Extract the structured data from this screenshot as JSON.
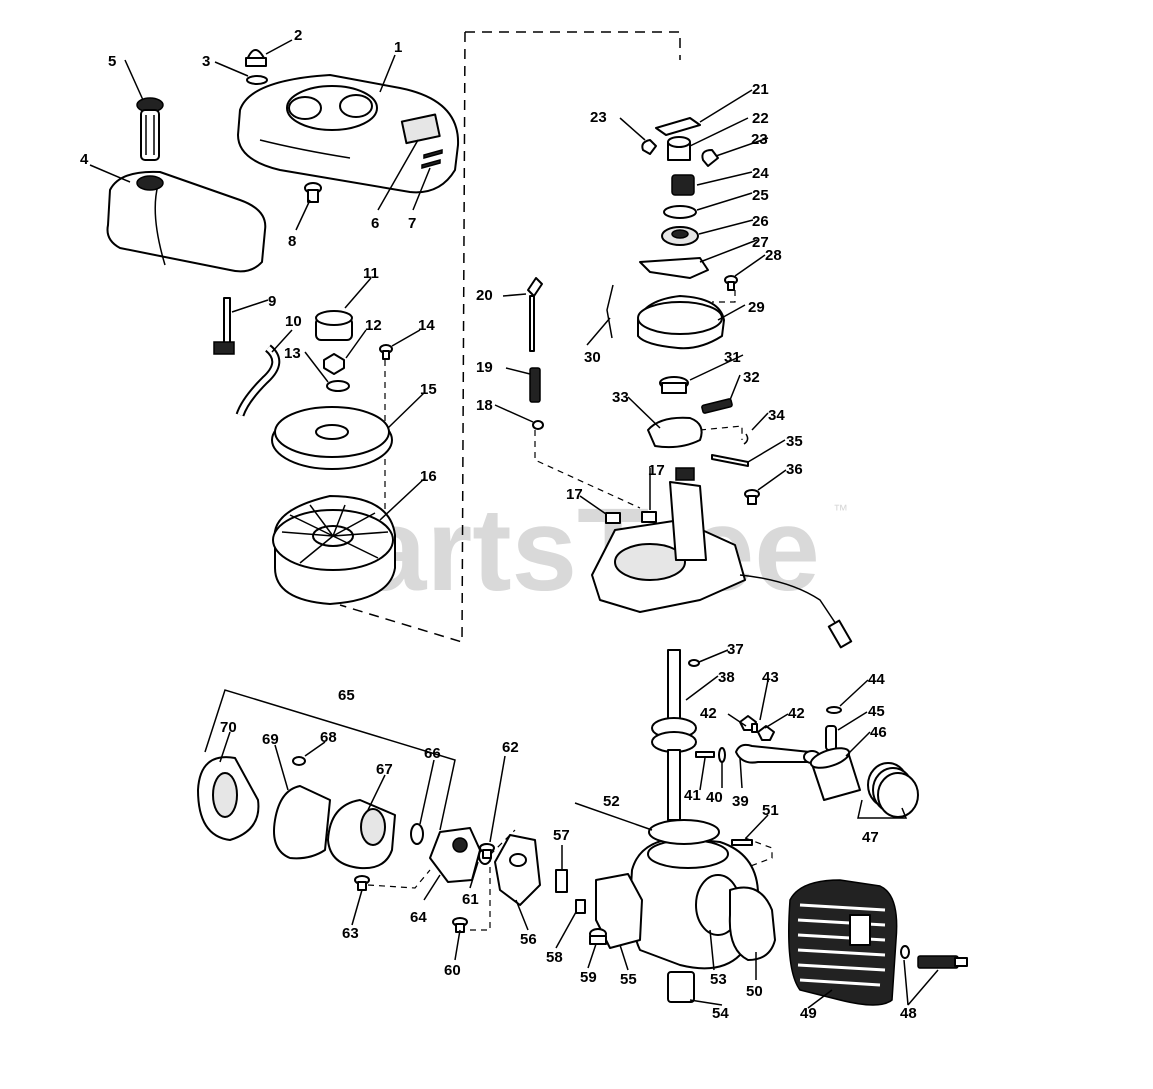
{
  "watermark": {
    "text": "PartsTree",
    "trademark": "™"
  },
  "callouts": [
    {
      "id": "1",
      "text": "1"
    },
    {
      "id": "2",
      "text": "2"
    },
    {
      "id": "3",
      "text": "3"
    },
    {
      "id": "4",
      "text": "4"
    },
    {
      "id": "5",
      "text": "5"
    },
    {
      "id": "6",
      "text": "6"
    },
    {
      "id": "7",
      "text": "7"
    },
    {
      "id": "8",
      "text": "8"
    },
    {
      "id": "9",
      "text": "9"
    },
    {
      "id": "10",
      "text": "10"
    },
    {
      "id": "11",
      "text": "11"
    },
    {
      "id": "12",
      "text": "12"
    },
    {
      "id": "13",
      "text": "13"
    },
    {
      "id": "14",
      "text": "14"
    },
    {
      "id": "15",
      "text": "15"
    },
    {
      "id": "16",
      "text": "16"
    },
    {
      "id": "17a",
      "text": "17"
    },
    {
      "id": "17b",
      "text": "17"
    },
    {
      "id": "18",
      "text": "18"
    },
    {
      "id": "19",
      "text": "19"
    },
    {
      "id": "20",
      "text": "20"
    },
    {
      "id": "21",
      "text": "21"
    },
    {
      "id": "22",
      "text": "22"
    },
    {
      "id": "23a",
      "text": "23"
    },
    {
      "id": "23b",
      "text": "23"
    },
    {
      "id": "24",
      "text": "24"
    },
    {
      "id": "25",
      "text": "25"
    },
    {
      "id": "26",
      "text": "26"
    },
    {
      "id": "27",
      "text": "27"
    },
    {
      "id": "28",
      "text": "28"
    },
    {
      "id": "29",
      "text": "29"
    },
    {
      "id": "30",
      "text": "30"
    },
    {
      "id": "31",
      "text": "31"
    },
    {
      "id": "32",
      "text": "32"
    },
    {
      "id": "33",
      "text": "33"
    },
    {
      "id": "34",
      "text": "34"
    },
    {
      "id": "35",
      "text": "35"
    },
    {
      "id": "36",
      "text": "36"
    },
    {
      "id": "37",
      "text": "37"
    },
    {
      "id": "38",
      "text": "38"
    },
    {
      "id": "39",
      "text": "39"
    },
    {
      "id": "40",
      "text": "40"
    },
    {
      "id": "41",
      "text": "41"
    },
    {
      "id": "42a",
      "text": "42"
    },
    {
      "id": "42b",
      "text": "42"
    },
    {
      "id": "43",
      "text": "43"
    },
    {
      "id": "44",
      "text": "44"
    },
    {
      "id": "45",
      "text": "45"
    },
    {
      "id": "46",
      "text": "46"
    },
    {
      "id": "47",
      "text": "47"
    },
    {
      "id": "48",
      "text": "48"
    },
    {
      "id": "49",
      "text": "49"
    },
    {
      "id": "50",
      "text": "50"
    },
    {
      "id": "51",
      "text": "51"
    },
    {
      "id": "52",
      "text": "52"
    },
    {
      "id": "53",
      "text": "53"
    },
    {
      "id": "54",
      "text": "54"
    },
    {
      "id": "55",
      "text": "55"
    },
    {
      "id": "56",
      "text": "56"
    },
    {
      "id": "57",
      "text": "57"
    },
    {
      "id": "58",
      "text": "58"
    },
    {
      "id": "59",
      "text": "59"
    },
    {
      "id": "60",
      "text": "60"
    },
    {
      "id": "61",
      "text": "61"
    },
    {
      "id": "62",
      "text": "62"
    },
    {
      "id": "63",
      "text": "63"
    },
    {
      "id": "64",
      "text": "64"
    },
    {
      "id": "65",
      "text": "65"
    },
    {
      "id": "66",
      "text": "66"
    },
    {
      "id": "67",
      "text": "67"
    },
    {
      "id": "68",
      "text": "68"
    },
    {
      "id": "69",
      "text": "69"
    },
    {
      "id": "70",
      "text": "70"
    }
  ]
}
